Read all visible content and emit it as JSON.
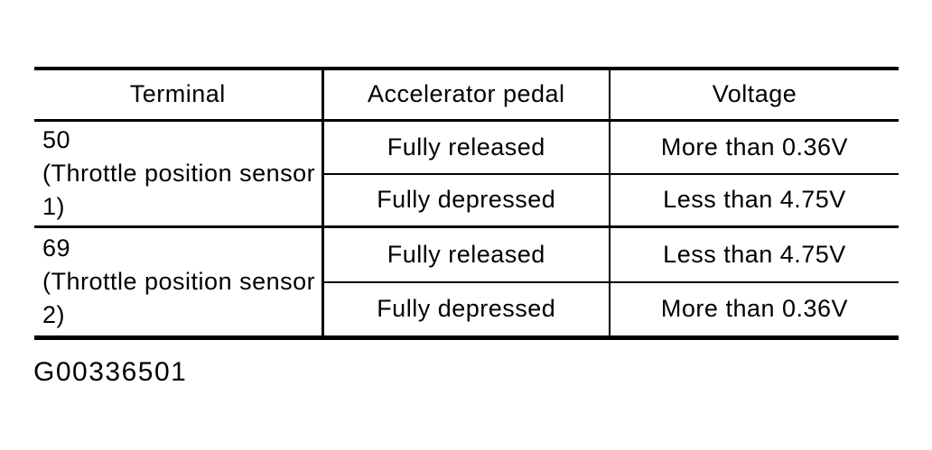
{
  "table": {
    "headers": [
      "Terminal",
      "Accelerator pedal",
      "Voltage"
    ],
    "groups": [
      {
        "terminal_lines": [
          "50",
          "(Throttle position sensor",
          "1)"
        ],
        "rows": [
          {
            "pedal": "Fully released",
            "voltage": "More than 0.36V"
          },
          {
            "pedal": "Fully depressed",
            "voltage": "Less than 4.75V"
          }
        ]
      },
      {
        "terminal_lines": [
          "69",
          "(Throttle position sensor",
          "2)"
        ],
        "rows": [
          {
            "pedal": "Fully released",
            "voltage": "Less than 4.75V"
          },
          {
            "pedal": "Fully depressed",
            "voltage": "More than 0.36V"
          }
        ]
      }
    ]
  },
  "figure_id": "G00336501",
  "colors": {
    "text": "#000000",
    "background": "#ffffff",
    "border": "#000000"
  }
}
